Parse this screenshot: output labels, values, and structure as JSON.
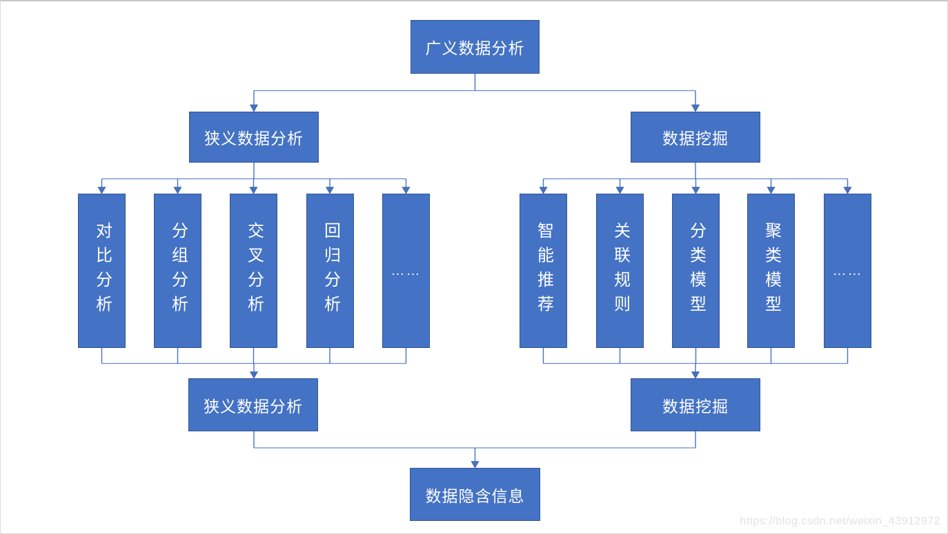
{
  "diagram": {
    "root": {
      "label": "广义数据分析"
    },
    "left": {
      "label": "狭义数据分析",
      "children": [
        "对比分析",
        "分组分析",
        "交叉分析",
        "回归分析",
        "……"
      ],
      "summary": "狭义数据分析"
    },
    "right": {
      "label": "数据挖掘",
      "children": [
        "智能推荐",
        "关联规则",
        "分类模型",
        "聚类模型",
        "……"
      ],
      "summary": "数据挖掘"
    },
    "result": {
      "label": "数据隐含信息"
    }
  },
  "watermark": {
    "text": "https://blog.csdn.net/weixin_43912972"
  },
  "colors": {
    "node_fill": "#4472C4",
    "node_border": "#2F5597",
    "connector": "#4472C4",
    "watermark_color": "#e2e2e2"
  }
}
